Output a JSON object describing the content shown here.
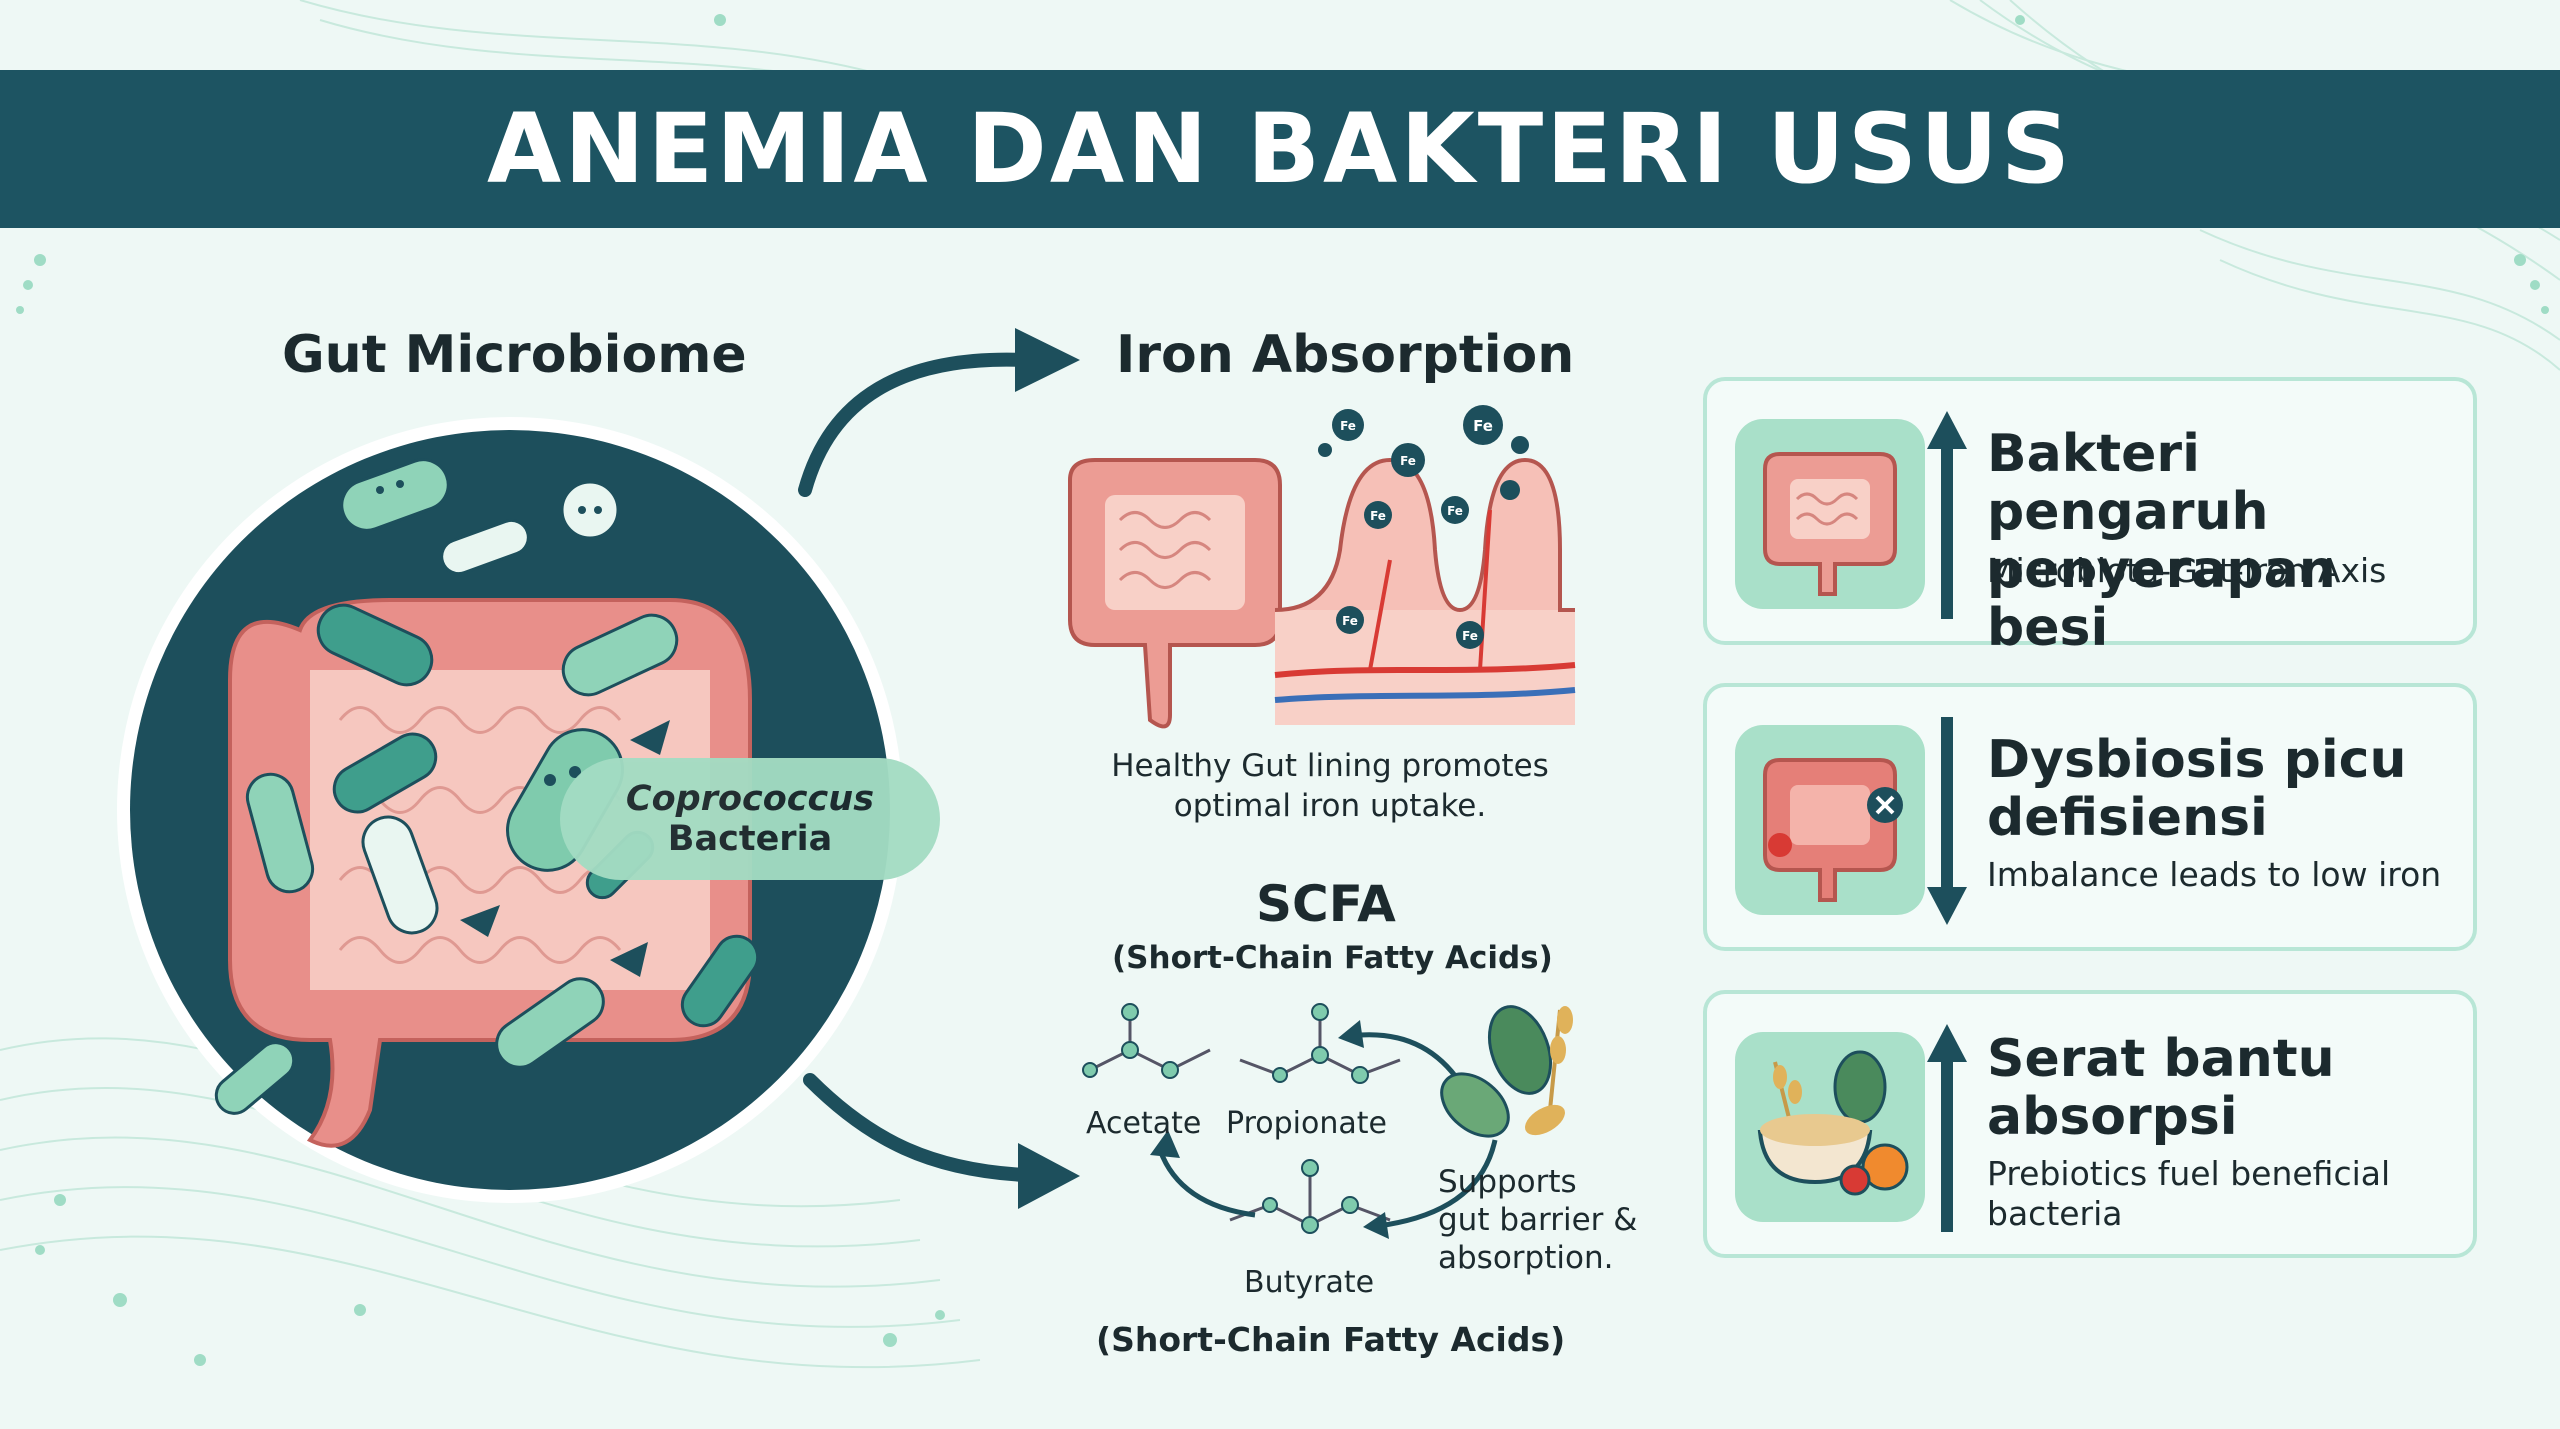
{
  "title": "ANEMIA DAN BAKTERI USUS",
  "colors": {
    "banner": "#1d5462",
    "background": "#eef8f5",
    "mint": "#a9e0c9",
    "intestine": "#e88f8a",
    "dark_teal": "#1d4f5c",
    "card_border": "#b8e6d6",
    "blood_red": "#d83a34",
    "blood_blue": "#3a6fb8"
  },
  "gut_microbiome": {
    "title": "Gut Microbiome",
    "bacteria_label_line1": "Coprococcus",
    "bacteria_label_line2": "Bacteria"
  },
  "iron_absorption": {
    "title": "Iron Absorption",
    "iron_symbol": "Fe",
    "caption_line1": "Healthy Gut lining promotes",
    "caption_line2": "optimal iron uptake."
  },
  "scfa": {
    "title": "SCFA",
    "subtitle": "(Short-Chain Fatty Acids)",
    "footer": "(Short-Chain Fatty Acids)",
    "molecules": [
      "Acetate",
      "Propionate",
      "Butyrate"
    ],
    "support_line1": "Supports",
    "support_line2": "gut barrier &",
    "support_line3": "absorption."
  },
  "cards": [
    {
      "icon": "healthy-colon-icon",
      "arrow": "up-arrow",
      "title_line1": "Bakteri pengaruh",
      "title_line2": "penyerapan besi",
      "desc_line1": "Microbiota-Gut-Iron Axis",
      "desc_line2": ""
    },
    {
      "icon": "inflamed-colon-icon",
      "arrow": "down-arrow",
      "title_line1": "Dysbiosis picu",
      "title_line2": "defisiensi",
      "desc_line1": "Imbalance leads to low iron",
      "desc_line2": ""
    },
    {
      "icon": "fiber-food-icon",
      "arrow": "up-arrow",
      "title_line1": "Serat bantu",
      "title_line2": "absorpsi",
      "desc_line1": "Prebiotics fuel beneficial",
      "desc_line2": "bacteria"
    }
  ]
}
